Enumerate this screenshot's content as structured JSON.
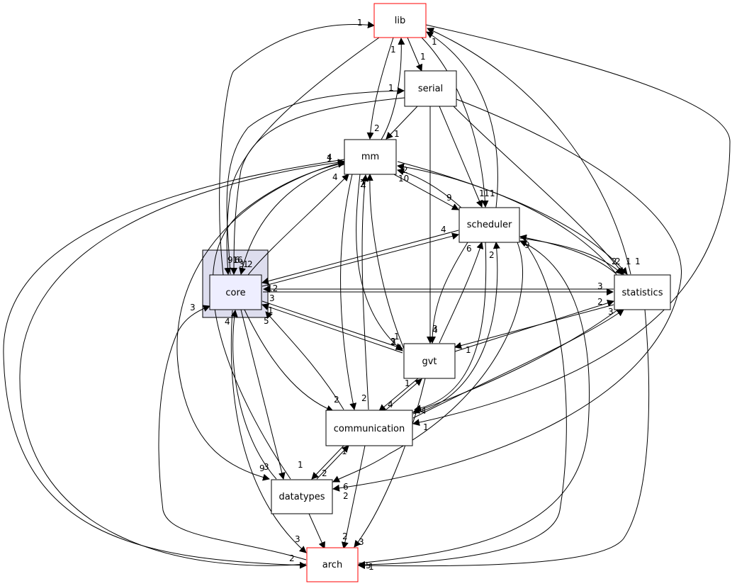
{
  "colors": {
    "background": "#ffffff",
    "node_fill": "#ffffff",
    "node_stroke": "#000000",
    "external_stroke": "#ff0000",
    "focus_fill": "#eeeeff",
    "cluster_fill": "#ddddee",
    "cluster_stroke": "#000000"
  },
  "nodes": {
    "lib": "lib",
    "serial": "serial",
    "mm": "mm",
    "scheduler": "scheduler",
    "core": "core",
    "statistics": "statistics",
    "gvt": "gvt",
    "communication": "communication",
    "datatypes": "datatypes",
    "arch": "arch"
  },
  "edge_labels": [
    "1",
    "1",
    "1",
    "1",
    "1",
    "1",
    "2",
    "1",
    "4",
    "4",
    "4",
    "2",
    "7",
    "2",
    "10",
    "9",
    "1",
    "1",
    "1",
    "4",
    "6",
    "2",
    "2",
    "2",
    "1",
    "1",
    "9",
    "9",
    "1",
    "6",
    "6",
    "3",
    "1",
    "2",
    "3",
    "12",
    "3",
    "3",
    "2",
    "3",
    "1",
    "2",
    "1",
    "4",
    "3",
    "5",
    "4",
    "3",
    "4",
    "1",
    "4",
    "2",
    "2",
    "1",
    "2",
    "6",
    "1",
    "1",
    "9",
    "3",
    "3",
    "2",
    "3",
    "2",
    "5",
    "1",
    "2",
    "1"
  ]
}
